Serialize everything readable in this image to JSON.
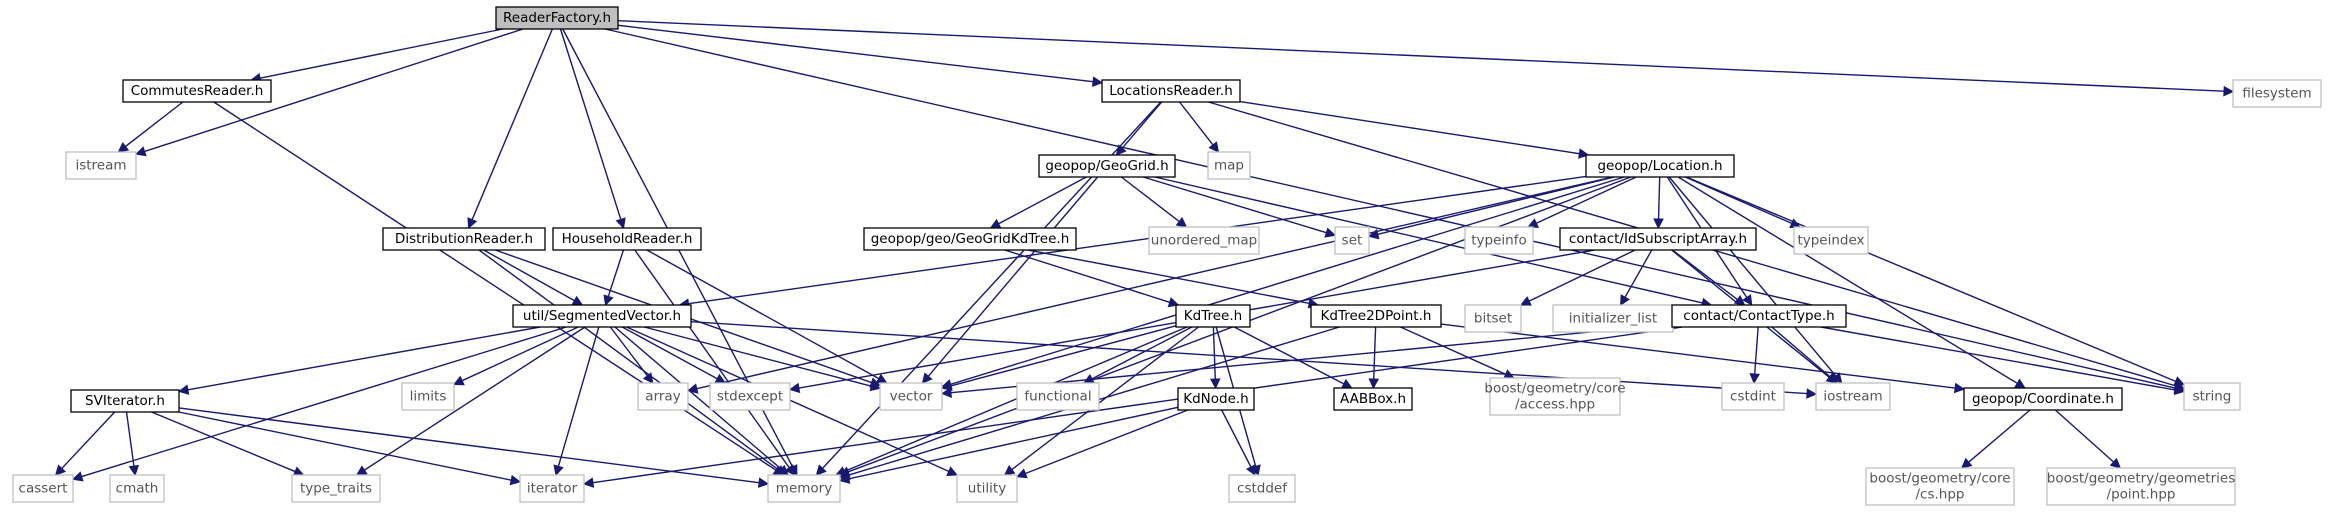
{
  "colors": {
    "edge": "#191970",
    "box_border_strong": "#000000",
    "box_border_weak": "#bfbfbf",
    "text_strong": "#000000",
    "text_weak": "#555555",
    "root_fill": "#bfbfbf",
    "fill": "#ffffff"
  },
  "nodes": [
    {
      "id": "ReaderFactory",
      "lines": [
        "ReaderFactory.h"
      ],
      "style": "root"
    },
    {
      "id": "istream",
      "lines": [
        "istream"
      ],
      "style": "weak"
    },
    {
      "id": "CommutesReader",
      "lines": [
        "CommutesReader.h"
      ],
      "style": "strong"
    },
    {
      "id": "LocationsReader",
      "lines": [
        "LocationsReader.h"
      ],
      "style": "strong"
    },
    {
      "id": "filesystem",
      "lines": [
        "filesystem"
      ],
      "style": "weak"
    },
    {
      "id": "map",
      "lines": [
        "map"
      ],
      "style": "weak"
    },
    {
      "id": "GeoGrid",
      "lines": [
        "geopop/GeoGrid.h"
      ],
      "style": "strong"
    },
    {
      "id": "Location",
      "lines": [
        "geopop/Location.h"
      ],
      "style": "strong"
    },
    {
      "id": "DistributionReader",
      "lines": [
        "DistributionReader.h"
      ],
      "style": "strong"
    },
    {
      "id": "HouseholdReader",
      "lines": [
        "HouseholdReader.h"
      ],
      "style": "strong"
    },
    {
      "id": "GeoGridKdTree",
      "lines": [
        "geopop/geo/GeoGridKdTree.h"
      ],
      "style": "strong"
    },
    {
      "id": "unordered_map",
      "lines": [
        "unordered_map"
      ],
      "style": "weak"
    },
    {
      "id": "set",
      "lines": [
        "set"
      ],
      "style": "weak"
    },
    {
      "id": "typeinfo",
      "lines": [
        "typeinfo"
      ],
      "style": "weak"
    },
    {
      "id": "IdSubscriptArray",
      "lines": [
        "contact/IdSubscriptArray.h"
      ],
      "style": "strong"
    },
    {
      "id": "typeindex",
      "lines": [
        "typeindex"
      ],
      "style": "weak"
    },
    {
      "id": "SegmentedVector",
      "lines": [
        "util/SegmentedVector.h"
      ],
      "style": "strong"
    },
    {
      "id": "KdTree",
      "lines": [
        "KdTree.h"
      ],
      "style": "strong"
    },
    {
      "id": "KdTree2DPoint",
      "lines": [
        "KdTree2DPoint.h"
      ],
      "style": "strong"
    },
    {
      "id": "bitset",
      "lines": [
        "bitset"
      ],
      "style": "weak"
    },
    {
      "id": "initializer_list",
      "lines": [
        "initializer_list"
      ],
      "style": "weak"
    },
    {
      "id": "ContactType",
      "lines": [
        "contact/ContactType.h"
      ],
      "style": "strong"
    },
    {
      "id": "SVIterator",
      "lines": [
        "SVIterator.h"
      ],
      "style": "strong"
    },
    {
      "id": "limits",
      "lines": [
        "limits"
      ],
      "style": "weak"
    },
    {
      "id": "array",
      "lines": [
        "array"
      ],
      "style": "weak"
    },
    {
      "id": "stdexcept",
      "lines": [
        "stdexcept"
      ],
      "style": "weak"
    },
    {
      "id": "vector",
      "lines": [
        "vector"
      ],
      "style": "weak"
    },
    {
      "id": "functional",
      "lines": [
        "functional"
      ],
      "style": "weak"
    },
    {
      "id": "AABBox",
      "lines": [
        "AABBox.h"
      ],
      "style": "strong"
    },
    {
      "id": "access",
      "lines": [
        "boost/geometry/core",
        "/access.hpp"
      ],
      "style": "weak"
    },
    {
      "id": "cstdint",
      "lines": [
        "cstdint"
      ],
      "style": "weak"
    },
    {
      "id": "iostream",
      "lines": [
        "iostream"
      ],
      "style": "weak"
    },
    {
      "id": "Coordinate",
      "lines": [
        "geopop/Coordinate.h"
      ],
      "style": "strong"
    },
    {
      "id": "string",
      "lines": [
        "string"
      ],
      "style": "weak"
    },
    {
      "id": "KdNode",
      "lines": [
        "KdNode.h"
      ],
      "style": "strong"
    },
    {
      "id": "cassert",
      "lines": [
        "cassert"
      ],
      "style": "weak"
    },
    {
      "id": "cmath",
      "lines": [
        "cmath"
      ],
      "style": "weak"
    },
    {
      "id": "type_traits",
      "lines": [
        "type_traits"
      ],
      "style": "weak"
    },
    {
      "id": "iterator",
      "lines": [
        "iterator"
      ],
      "style": "weak"
    },
    {
      "id": "memory",
      "lines": [
        "memory"
      ],
      "style": "weak"
    },
    {
      "id": "utility",
      "lines": [
        "utility"
      ],
      "style": "weak"
    },
    {
      "id": "cstddef",
      "lines": [
        "cstddef"
      ],
      "style": "weak"
    },
    {
      "id": "cs",
      "lines": [
        "boost/geometry/core",
        "/cs.hpp"
      ],
      "style": "weak"
    },
    {
      "id": "point",
      "lines": [
        "boost/geometry/geometries",
        "/point.hpp"
      ],
      "style": "weak"
    }
  ],
  "edges": [
    [
      "ReaderFactory",
      "istream"
    ],
    [
      "ReaderFactory",
      "CommutesReader"
    ],
    [
      "ReaderFactory",
      "LocationsReader"
    ],
    [
      "ReaderFactory",
      "filesystem"
    ],
    [
      "ReaderFactory",
      "string"
    ],
    [
      "ReaderFactory",
      "memory"
    ],
    [
      "ReaderFactory",
      "DistributionReader"
    ],
    [
      "ReaderFactory",
      "HouseholdReader"
    ],
    [
      "CommutesReader",
      "istream"
    ],
    [
      "CommutesReader",
      "memory"
    ],
    [
      "LocationsReader",
      "GeoGrid"
    ],
    [
      "LocationsReader",
      "map"
    ],
    [
      "LocationsReader",
      "Location"
    ],
    [
      "LocationsReader",
      "memory"
    ],
    [
      "LocationsReader",
      "string"
    ],
    [
      "GeoGrid",
      "GeoGridKdTree"
    ],
    [
      "GeoGrid",
      "unordered_map"
    ],
    [
      "GeoGrid",
      "set"
    ],
    [
      "GeoGrid",
      "vector"
    ],
    [
      "GeoGrid",
      "ContactType"
    ],
    [
      "Location",
      "set"
    ],
    [
      "Location",
      "typeinfo"
    ],
    [
      "Location",
      "IdSubscriptArray"
    ],
    [
      "Location",
      "typeindex"
    ],
    [
      "Location",
      "SegmentedVector"
    ],
    [
      "Location",
      "Coordinate"
    ],
    [
      "Location",
      "string"
    ],
    [
      "Location",
      "iostream"
    ],
    [
      "Location",
      "vector"
    ],
    [
      "Location",
      "array"
    ],
    [
      "Location",
      "ContactType"
    ],
    [
      "Location",
      "memory"
    ],
    [
      "DistributionReader",
      "SegmentedVector"
    ],
    [
      "DistributionReader",
      "vector"
    ],
    [
      "DistributionReader",
      "memory"
    ],
    [
      "HouseholdReader",
      "SegmentedVector"
    ],
    [
      "HouseholdReader",
      "vector"
    ],
    [
      "HouseholdReader",
      "memory"
    ],
    [
      "GeoGridKdTree",
      "KdTree"
    ],
    [
      "GeoGridKdTree",
      "KdTree2DPoint"
    ],
    [
      "IdSubscriptArray",
      "bitset"
    ],
    [
      "IdSubscriptArray",
      "initializer_list"
    ],
    [
      "IdSubscriptArray",
      "ContactType"
    ],
    [
      "IdSubscriptArray",
      "iostream"
    ],
    [
      "IdSubscriptArray",
      "stdexcept"
    ],
    [
      "SegmentedVector",
      "SVIterator"
    ],
    [
      "SegmentedVector",
      "limits"
    ],
    [
      "SegmentedVector",
      "array"
    ],
    [
      "SegmentedVector",
      "stdexcept"
    ],
    [
      "SegmentedVector",
      "vector"
    ],
    [
      "SegmentedVector",
      "cassert"
    ],
    [
      "SegmentedVector",
      "type_traits"
    ],
    [
      "SegmentedVector",
      "iterator"
    ],
    [
      "SegmentedVector",
      "memory"
    ],
    [
      "SegmentedVector",
      "utility"
    ],
    [
      "SegmentedVector",
      "iostream"
    ],
    [
      "KdTree",
      "vector"
    ],
    [
      "KdTree",
      "functional"
    ],
    [
      "KdTree",
      "AABBox"
    ],
    [
      "KdTree",
      "KdNode"
    ],
    [
      "KdTree",
      "cstddef"
    ],
    [
      "KdTree",
      "utility"
    ],
    [
      "KdTree",
      "memory"
    ],
    [
      "KdTree2DPoint",
      "AABBox"
    ],
    [
      "KdTree2DPoint",
      "access"
    ],
    [
      "KdTree2DPoint",
      "Coordinate"
    ],
    [
      "KdTree2DPoint",
      "memory"
    ],
    [
      "ContactType",
      "cstdint"
    ],
    [
      "ContactType",
      "iostream"
    ],
    [
      "ContactType",
      "string"
    ],
    [
      "ContactType",
      "vector"
    ],
    [
      "ContactType",
      "iterator"
    ],
    [
      "SVIterator",
      "cassert"
    ],
    [
      "SVIterator",
      "cmath"
    ],
    [
      "SVIterator",
      "type_traits"
    ],
    [
      "SVIterator",
      "iterator"
    ],
    [
      "SVIterator",
      "memory"
    ],
    [
      "KdNode",
      "cstddef"
    ],
    [
      "KdNode",
      "utility"
    ],
    [
      "KdNode",
      "memory"
    ],
    [
      "Coordinate",
      "cs"
    ],
    [
      "Coordinate",
      "point"
    ]
  ]
}
